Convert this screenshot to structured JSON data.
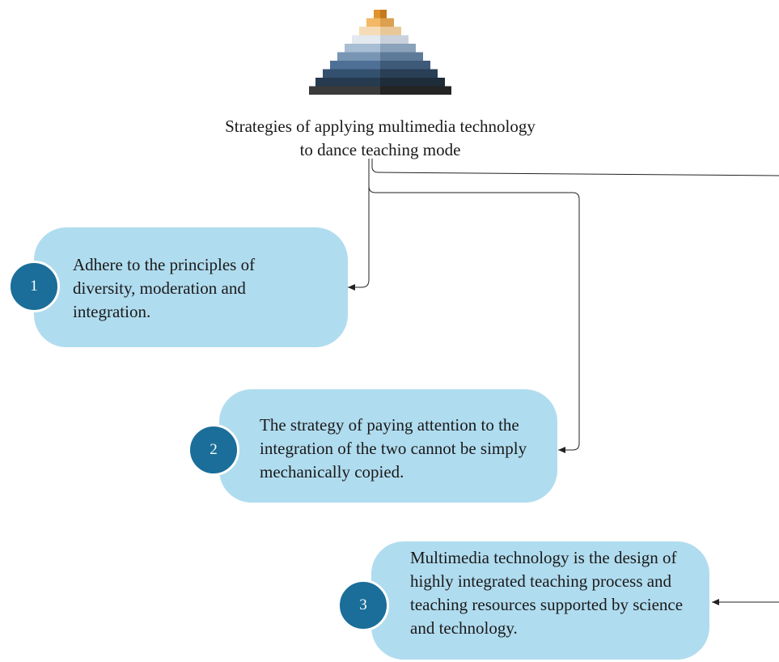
{
  "title": "Strategies of applying multimedia technology to dance teaching mode",
  "strategies": [
    {
      "number": "1",
      "text": "Adhere to the principles of diversity, moderation and integration."
    },
    {
      "number": "2",
      "text": "The strategy of paying attention to the integration of the two cannot be simply mechanically copied."
    },
    {
      "number": "3",
      "text": "Multimedia technology is the design of highly integrated teaching process and teaching resources supported by science and technology."
    }
  ],
  "colors": {
    "card_fill": "#b0dcef",
    "badge_fill": "#1a6e99",
    "connector": "#222222"
  },
  "icons": {
    "header_graphic": "stepped-pyramid-icon"
  }
}
